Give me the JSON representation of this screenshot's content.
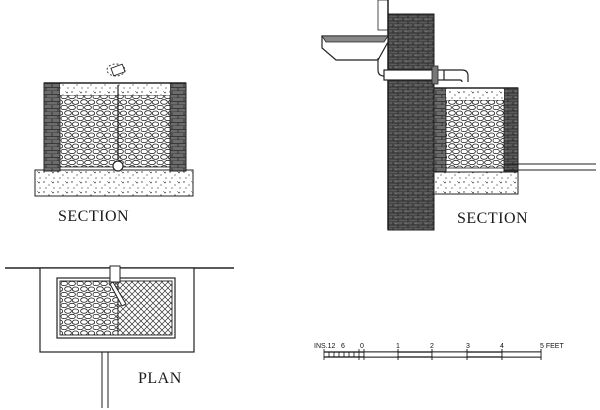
{
  "captions": {
    "left_section": "SECTION",
    "right_section": "SECTION",
    "plan": "PLAN"
  },
  "scale": {
    "labels": [
      "INS.12",
      "6",
      "0",
      "1",
      "2",
      "3",
      "4",
      "5 FEET"
    ]
  },
  "colors": {
    "ink": "#1a1a1a",
    "paper": "#ffffff"
  }
}
